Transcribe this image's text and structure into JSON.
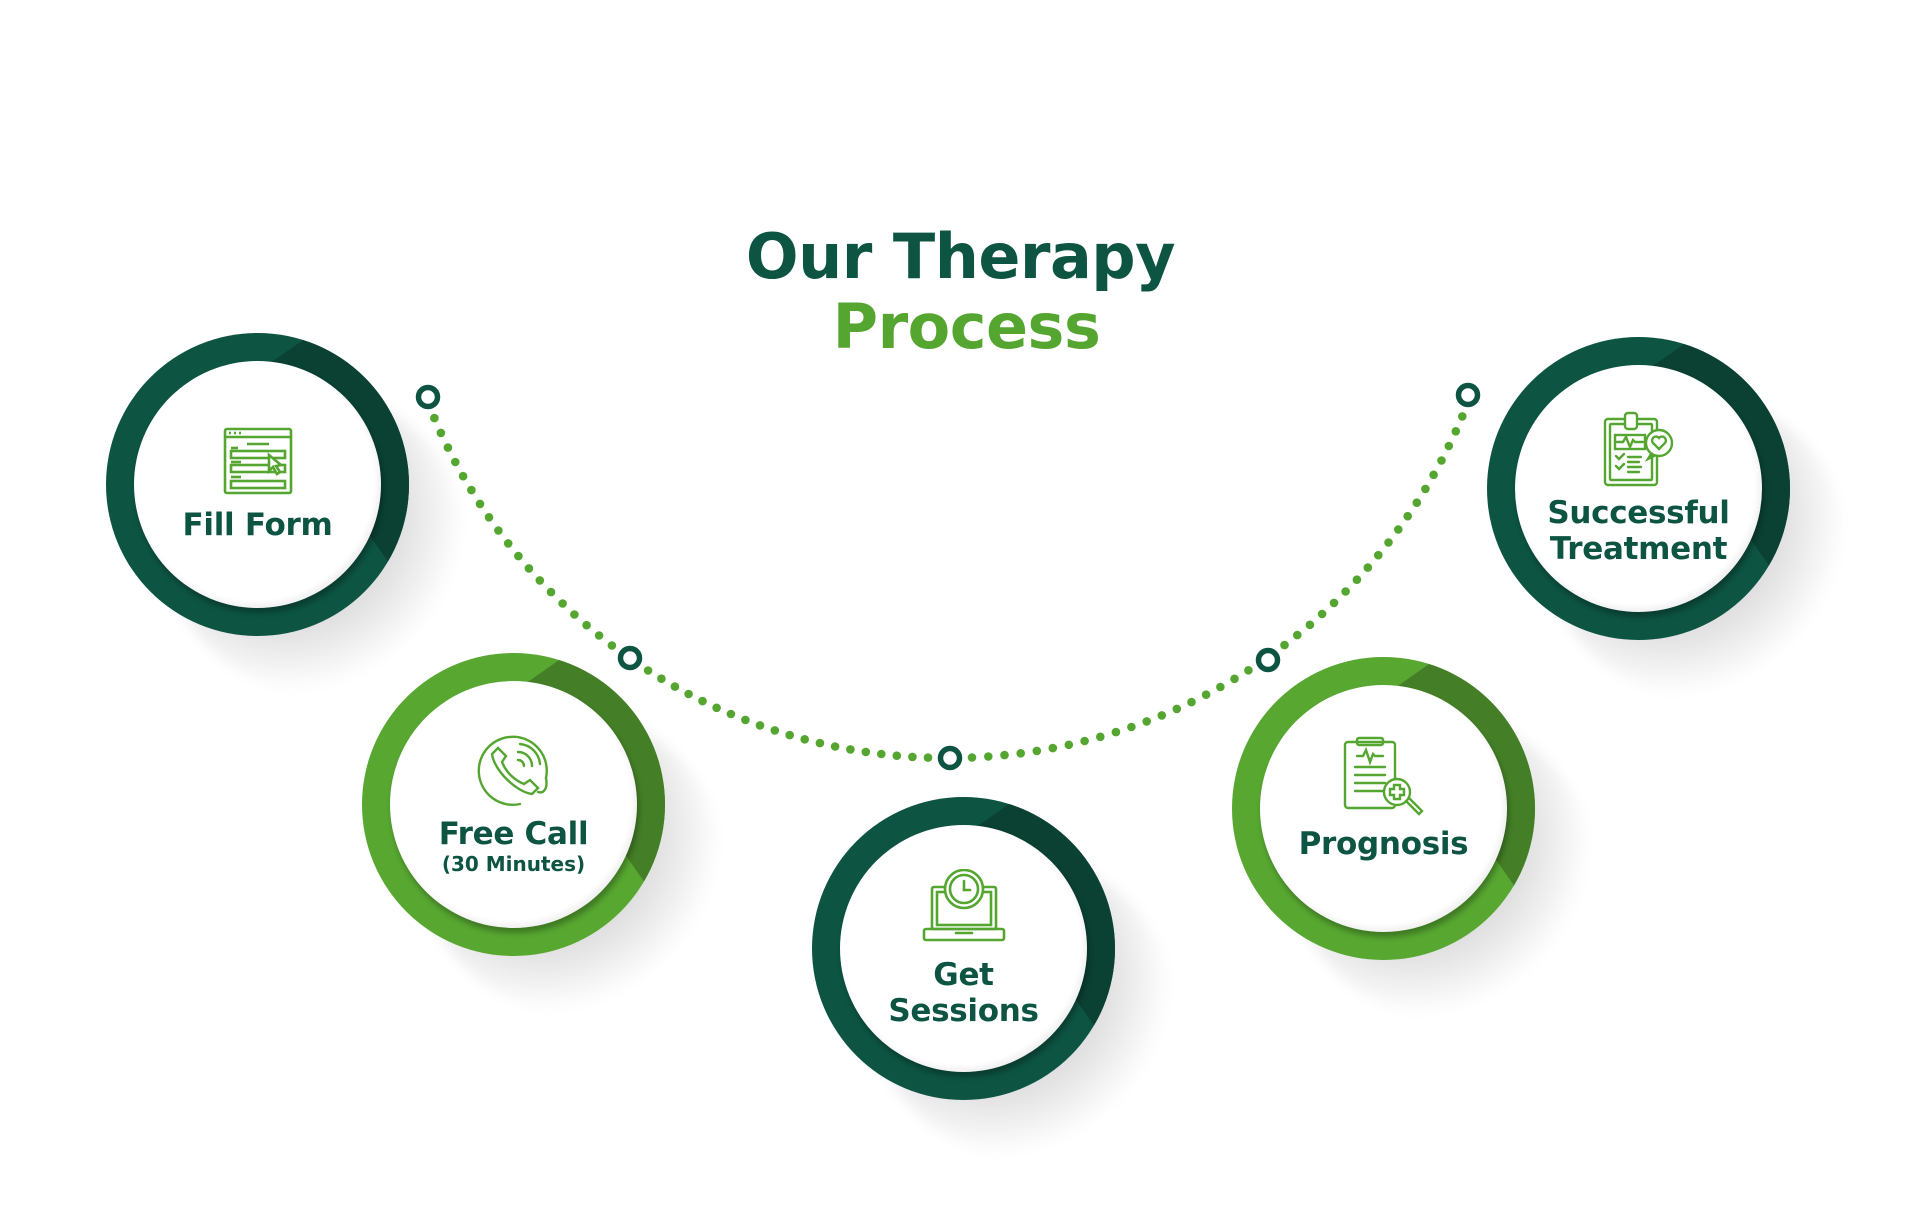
{
  "title": {
    "line1": "Our Therapy",
    "line2": "Process"
  },
  "colors": {
    "dark_green": "#0d5443",
    "light_green": "#55a630"
  },
  "steps": [
    {
      "label": "Fill Form",
      "sublabel": "",
      "icon": "form-cursor-icon",
      "ring": "dark"
    },
    {
      "label": "Free Call",
      "sublabel": "(30 Minutes)",
      "icon": "phone-call-icon",
      "ring": "light"
    },
    {
      "label": "Get Sessions",
      "line1": "Get",
      "line2": "Sessions",
      "icon": "laptop-clock-icon",
      "ring": "dark"
    },
    {
      "label": "Prognosis",
      "sublabel": "",
      "icon": "clipboard-search-icon",
      "ring": "light"
    },
    {
      "label": "Successful Treatment",
      "line1": "Successful",
      "line2": "Treatment",
      "icon": "clipboard-heart-icon",
      "ring": "dark"
    }
  ]
}
